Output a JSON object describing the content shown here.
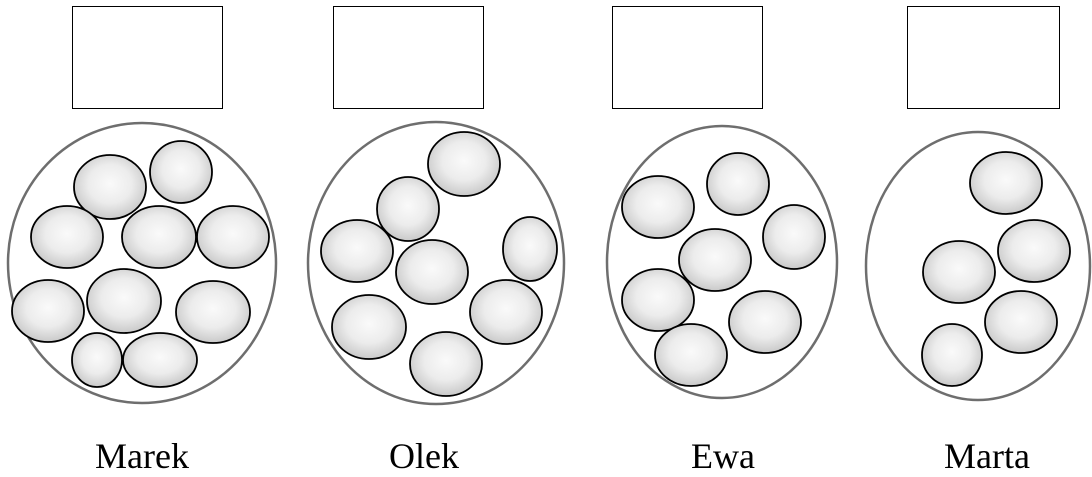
{
  "groups": [
    {
      "name": "Marek",
      "answer": ""
    },
    {
      "name": "Olek",
      "answer": ""
    },
    {
      "name": "Ewa",
      "answer": ""
    },
    {
      "name": "Marta",
      "answer": ""
    }
  ],
  "colors": {
    "outline": "#000000",
    "group_outline": "#6e6e6e",
    "stone_fill": "#e6e6e6"
  }
}
